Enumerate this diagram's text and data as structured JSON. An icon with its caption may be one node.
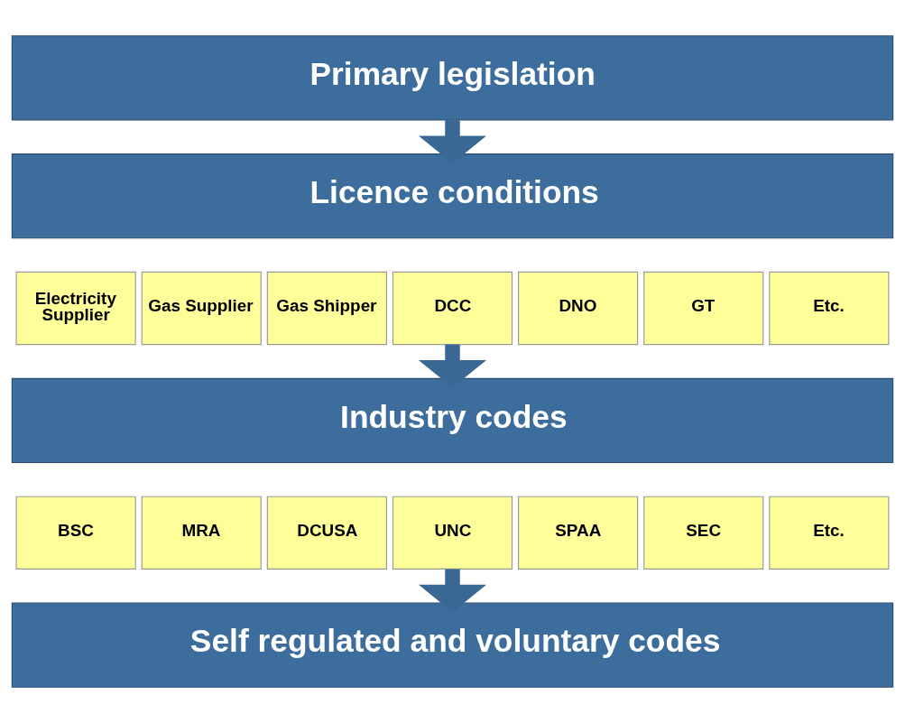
{
  "diagram": {
    "nodes": [
      {
        "text": [
          "Primary legislation"
        ]
      },
      {
        "text": [
          "Licence conditions"
        ]
      },
      {
        "text": [
          "Electricity Supplier"
        ]
      },
      {
        "text": [
          "Gas Supplier"
        ]
      },
      {
        "text": [
          "Gas Shipper"
        ]
      },
      {
        "text": [
          "DCC"
        ]
      },
      {
        "text": [
          "DNO"
        ]
      },
      {
        "text": [
          "GT"
        ]
      },
      {
        "text": [
          "Etc."
        ]
      },
      {
        "text": [
          "Industry codes"
        ]
      },
      {
        "text": [
          "BSC"
        ]
      },
      {
        "text": [
          "MRA"
        ]
      },
      {
        "text": [
          "DCUSA"
        ]
      },
      {
        "text": [
          "UNC"
        ]
      },
      {
        "text": [
          "SPAA"
        ]
      },
      {
        "text": [
          "SEC"
        ]
      },
      {
        "text": [
          "Etc."
        ]
      },
      {
        "text": [
          "Self regulated and voluntary codes"
        ]
      }
    ],
    "edges": [
      {
        "from": 0,
        "to": 1,
        "arrow": "to"
      },
      {
        "from": 5,
        "to": 9,
        "arrow": "to"
      },
      {
        "from": 13,
        "to": 17,
        "arrow": "to"
      }
    ]
  }
}
